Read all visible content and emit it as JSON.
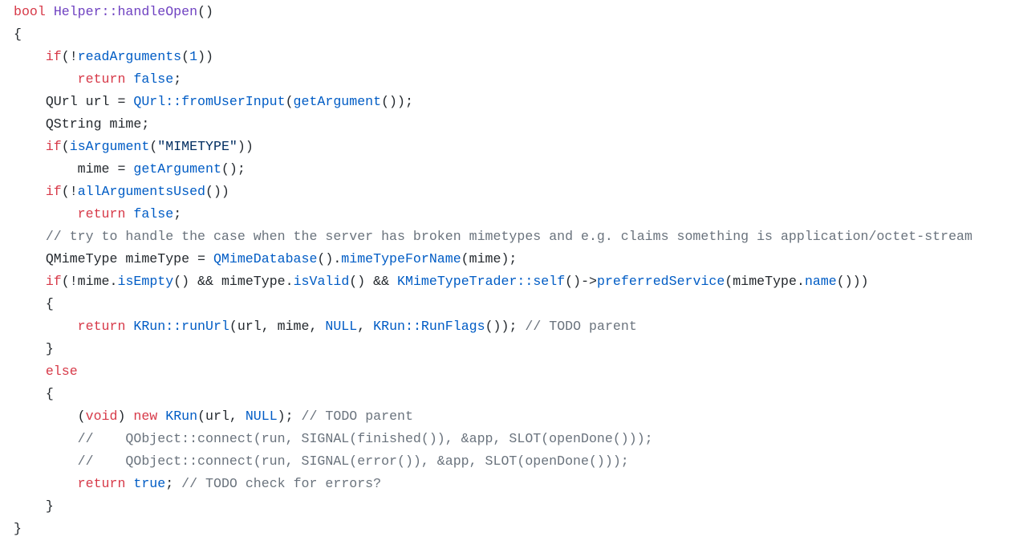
{
  "editor": {
    "colors": {
      "background": "#ffffff",
      "plain": "#24292e",
      "keyword": "#d73a49",
      "function": "#005cc5",
      "type": "#6f42c1",
      "string": "#032f62",
      "number": "#005cc5",
      "comment": "#6a737d"
    },
    "lines": [
      [
        {
          "t": "bool",
          "k": "kw"
        },
        {
          "t": " ",
          "k": "plain"
        },
        {
          "t": "Helper::handleOpen",
          "k": "type"
        },
        {
          "t": "()",
          "k": "plain"
        }
      ],
      [
        {
          "t": "{",
          "k": "plain"
        }
      ],
      [
        {
          "t": "    ",
          "k": "plain"
        },
        {
          "t": "if",
          "k": "kw"
        },
        {
          "t": "(!",
          "k": "plain"
        },
        {
          "t": "readArguments",
          "k": "fn"
        },
        {
          "t": "(",
          "k": "plain"
        },
        {
          "t": "1",
          "k": "num"
        },
        {
          "t": "))",
          "k": "plain"
        }
      ],
      [
        {
          "t": "        ",
          "k": "plain"
        },
        {
          "t": "return",
          "k": "kw"
        },
        {
          "t": " ",
          "k": "plain"
        },
        {
          "t": "false",
          "k": "fn"
        },
        {
          "t": ";",
          "k": "plain"
        }
      ],
      [
        {
          "t": "    QUrl url = ",
          "k": "plain"
        },
        {
          "t": "QUrl::fromUserInput",
          "k": "fn"
        },
        {
          "t": "(",
          "k": "plain"
        },
        {
          "t": "getArgument",
          "k": "fn"
        },
        {
          "t": "());",
          "k": "plain"
        }
      ],
      [
        {
          "t": "    QString mime;",
          "k": "plain"
        }
      ],
      [
        {
          "t": "    ",
          "k": "plain"
        },
        {
          "t": "if",
          "k": "kw"
        },
        {
          "t": "(",
          "k": "plain"
        },
        {
          "t": "isArgument",
          "k": "fn"
        },
        {
          "t": "(",
          "k": "plain"
        },
        {
          "t": "\"MIMETYPE\"",
          "k": "str"
        },
        {
          "t": "))",
          "k": "plain"
        }
      ],
      [
        {
          "t": "        mime = ",
          "k": "plain"
        },
        {
          "t": "getArgument",
          "k": "fn"
        },
        {
          "t": "();",
          "k": "plain"
        }
      ],
      [
        {
          "t": "    ",
          "k": "plain"
        },
        {
          "t": "if",
          "k": "kw"
        },
        {
          "t": "(!",
          "k": "plain"
        },
        {
          "t": "allArgumentsUsed",
          "k": "fn"
        },
        {
          "t": "())",
          "k": "plain"
        }
      ],
      [
        {
          "t": "        ",
          "k": "plain"
        },
        {
          "t": "return",
          "k": "kw"
        },
        {
          "t": " ",
          "k": "plain"
        },
        {
          "t": "false",
          "k": "fn"
        },
        {
          "t": ";",
          "k": "plain"
        }
      ],
      [
        {
          "t": "    ",
          "k": "plain"
        },
        {
          "t": "// try to handle the case when the server has broken mimetypes and e.g. claims something is application/octet-stream",
          "k": "cm"
        }
      ],
      [
        {
          "t": "    QMimeType mimeType = ",
          "k": "plain"
        },
        {
          "t": "QMimeDatabase",
          "k": "fn"
        },
        {
          "t": "().",
          "k": "plain"
        },
        {
          "t": "mimeTypeForName",
          "k": "fn"
        },
        {
          "t": "(mime);",
          "k": "plain"
        }
      ],
      [
        {
          "t": "    ",
          "k": "plain"
        },
        {
          "t": "if",
          "k": "kw"
        },
        {
          "t": "(!mime.",
          "k": "plain"
        },
        {
          "t": "isEmpty",
          "k": "fn"
        },
        {
          "t": "() && mimeType.",
          "k": "plain"
        },
        {
          "t": "isValid",
          "k": "fn"
        },
        {
          "t": "() && ",
          "k": "plain"
        },
        {
          "t": "KMimeTypeTrader::self",
          "k": "fn"
        },
        {
          "t": "()->",
          "k": "plain"
        },
        {
          "t": "preferredService",
          "k": "fn"
        },
        {
          "t": "(mimeType.",
          "k": "plain"
        },
        {
          "t": "name",
          "k": "fn"
        },
        {
          "t": "()))",
          "k": "plain"
        }
      ],
      [
        {
          "t": "    {",
          "k": "plain"
        }
      ],
      [
        {
          "t": "        ",
          "k": "plain"
        },
        {
          "t": "return",
          "k": "kw"
        },
        {
          "t": " ",
          "k": "plain"
        },
        {
          "t": "KRun::runUrl",
          "k": "fn"
        },
        {
          "t": "(url, mime, ",
          "k": "plain"
        },
        {
          "t": "NULL",
          "k": "fn"
        },
        {
          "t": ", ",
          "k": "plain"
        },
        {
          "t": "KRun::RunFlags",
          "k": "fn"
        },
        {
          "t": "()); ",
          "k": "plain"
        },
        {
          "t": "// TODO parent",
          "k": "cm"
        }
      ],
      [
        {
          "t": "    }",
          "k": "plain"
        }
      ],
      [
        {
          "t": "    ",
          "k": "plain"
        },
        {
          "t": "else",
          "k": "kw"
        }
      ],
      [
        {
          "t": "    {",
          "k": "plain"
        }
      ],
      [
        {
          "t": "        (",
          "k": "plain"
        },
        {
          "t": "void",
          "k": "kw"
        },
        {
          "t": ") ",
          "k": "plain"
        },
        {
          "t": "new",
          "k": "kw"
        },
        {
          "t": " ",
          "k": "plain"
        },
        {
          "t": "KRun",
          "k": "fn"
        },
        {
          "t": "(url, ",
          "k": "plain"
        },
        {
          "t": "NULL",
          "k": "fn"
        },
        {
          "t": "); ",
          "k": "plain"
        },
        {
          "t": "// TODO parent",
          "k": "cm"
        }
      ],
      [
        {
          "t": "        ",
          "k": "plain"
        },
        {
          "t": "//    QObject::connect(run, SIGNAL(finished()), &app, SLOT(openDone()));",
          "k": "cm"
        }
      ],
      [
        {
          "t": "        ",
          "k": "plain"
        },
        {
          "t": "//    QObject::connect(run, SIGNAL(error()), &app, SLOT(openDone()));",
          "k": "cm"
        }
      ],
      [
        {
          "t": "        ",
          "k": "plain"
        },
        {
          "t": "return",
          "k": "kw"
        },
        {
          "t": " ",
          "k": "plain"
        },
        {
          "t": "true",
          "k": "fn"
        },
        {
          "t": "; ",
          "k": "plain"
        },
        {
          "t": "// TODO check for errors?",
          "k": "cm"
        }
      ],
      [
        {
          "t": "    }",
          "k": "plain"
        }
      ],
      [
        {
          "t": "}",
          "k": "plain"
        }
      ]
    ]
  }
}
